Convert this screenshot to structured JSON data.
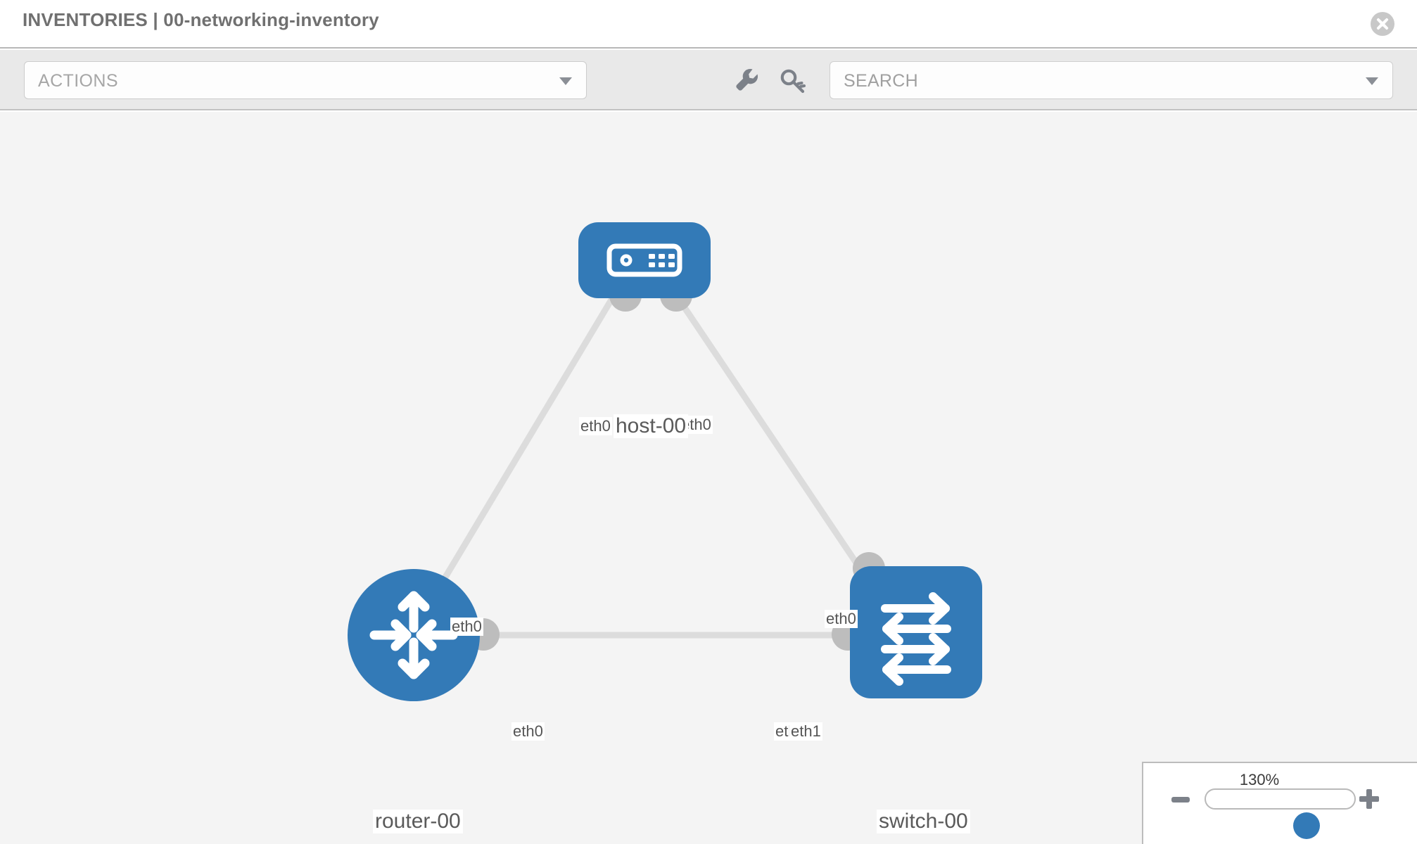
{
  "header": {
    "title": "INVENTORIES | 00-networking-inventory",
    "close_icon": "close-circle-icon"
  },
  "toolbar": {
    "actions_label": "ACTIONS",
    "actions_caret_icon": "chevron-down-icon",
    "wrench_icon": "wrench-icon",
    "key_icon": "key-icon",
    "search_placeholder": "SEARCH",
    "search_value": "",
    "search_caret_icon": "chevron-down-icon"
  },
  "topology": {
    "nodes": [
      {
        "id": "host-00",
        "label": "host-00",
        "type": "host",
        "icon": "server-icon",
        "shape": "rounded-rect",
        "color": "#337ab7"
      },
      {
        "id": "router-00",
        "label": "router-00",
        "type": "router",
        "icon": "router-arrows-icon",
        "shape": "circle",
        "color": "#337ab7"
      },
      {
        "id": "switch-00",
        "label": "switch-00",
        "type": "switch",
        "icon": "switch-arrows-icon",
        "shape": "rounded-square",
        "color": "#337ab7"
      }
    ],
    "links": [
      {
        "from": "host-00",
        "to": "router-00",
        "from_port": "eth0",
        "to_port": "eth0"
      },
      {
        "from": "host-00",
        "to": "switch-00",
        "from_port": "eth0",
        "to_port": "eth0"
      },
      {
        "from": "router-00",
        "to": "switch-00",
        "from_port": "eth0",
        "to_port": "eth1"
      }
    ],
    "port_labels": {
      "host_left": "eth0",
      "host_right": "eth0",
      "router_up": "eth0",
      "switch_up": "eth0",
      "router_right": "eth0",
      "switch_left_under": "eth0",
      "switch_left": "eth1"
    },
    "edge_color": "#dcdcdc",
    "connector_color": "#bdbdbd"
  },
  "zoom_control": {
    "value": "130%",
    "minus_label": "minus-icon",
    "plus_label": "plus-icon",
    "slider_percent": 60
  }
}
